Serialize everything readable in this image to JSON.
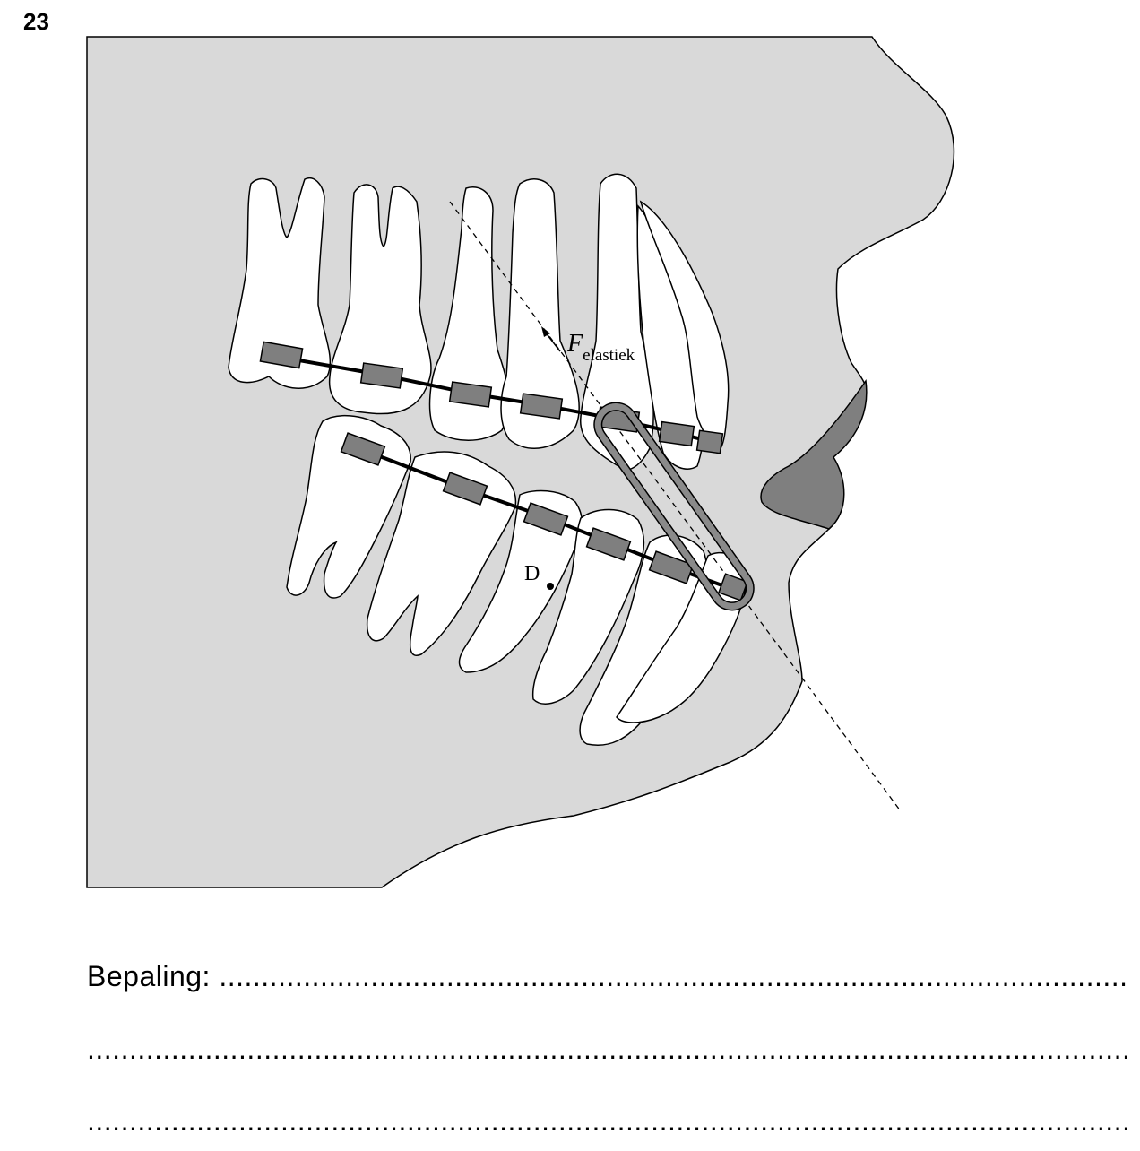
{
  "question": {
    "number": "23"
  },
  "figure": {
    "force_symbol": "F",
    "force_subscript": "elastiek",
    "point_label": "D",
    "colors": {
      "background": "#d9d9d9",
      "tooth": "#ffffff",
      "bracket": "#7f7f7f",
      "lip": "#7f7f7f",
      "outline": "#000000"
    }
  },
  "answer": {
    "label": "Bepaling:"
  }
}
